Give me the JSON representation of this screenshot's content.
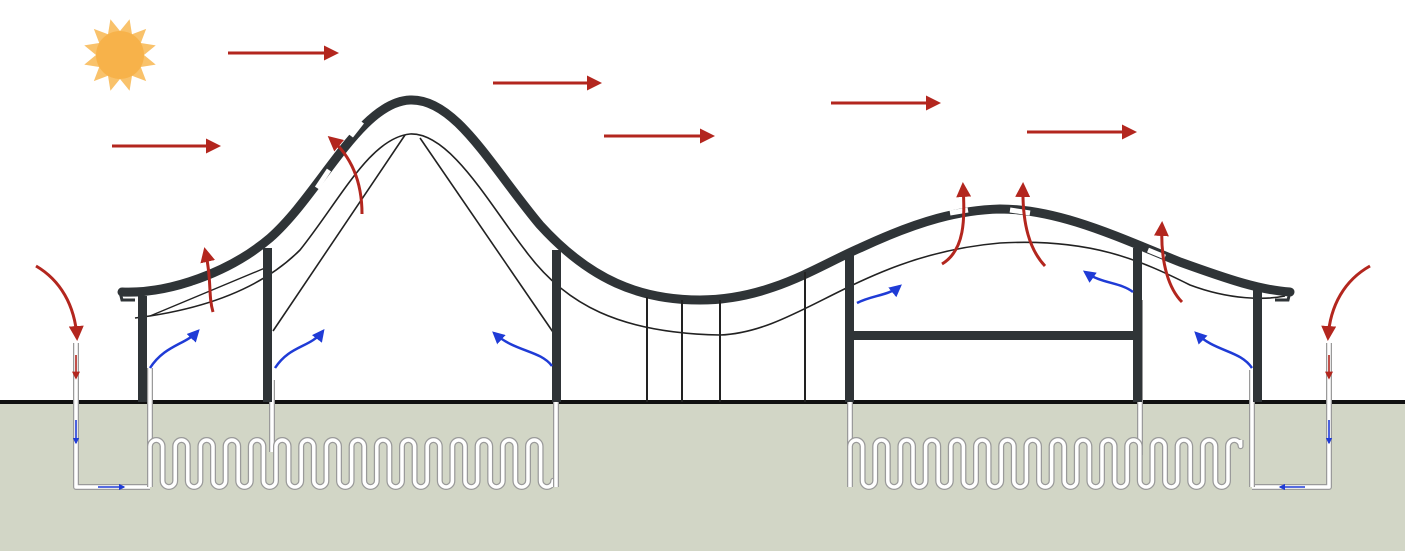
{
  "colors": {
    "sky": "#ffffff",
    "ground": "#d2d6c6",
    "ground_line": "#111111",
    "roof": "#2f3437",
    "structure": "#2f3437",
    "warm_air": "#b3261e",
    "cool_air": "#1f3bd6",
    "pipe": "#ffffff",
    "pipe_outline": "#9a9a9a",
    "sun_core": "#f7b24a",
    "sun_rays": "#f9c26b"
  },
  "icons": {
    "sun": "sun-icon",
    "wind": "wind-arrow-icon",
    "warm_exhaust": "warm-air-arrow-icon",
    "cool_supply": "cool-air-arrow-icon",
    "cool_flow": "flow-direction-icon"
  },
  "diagram": {
    "type": "building-section-natural-ventilation",
    "elements": [
      "sun",
      "wind",
      "undulating-roof",
      "roof-vents",
      "earth-tubes",
      "air-intakes"
    ]
  }
}
